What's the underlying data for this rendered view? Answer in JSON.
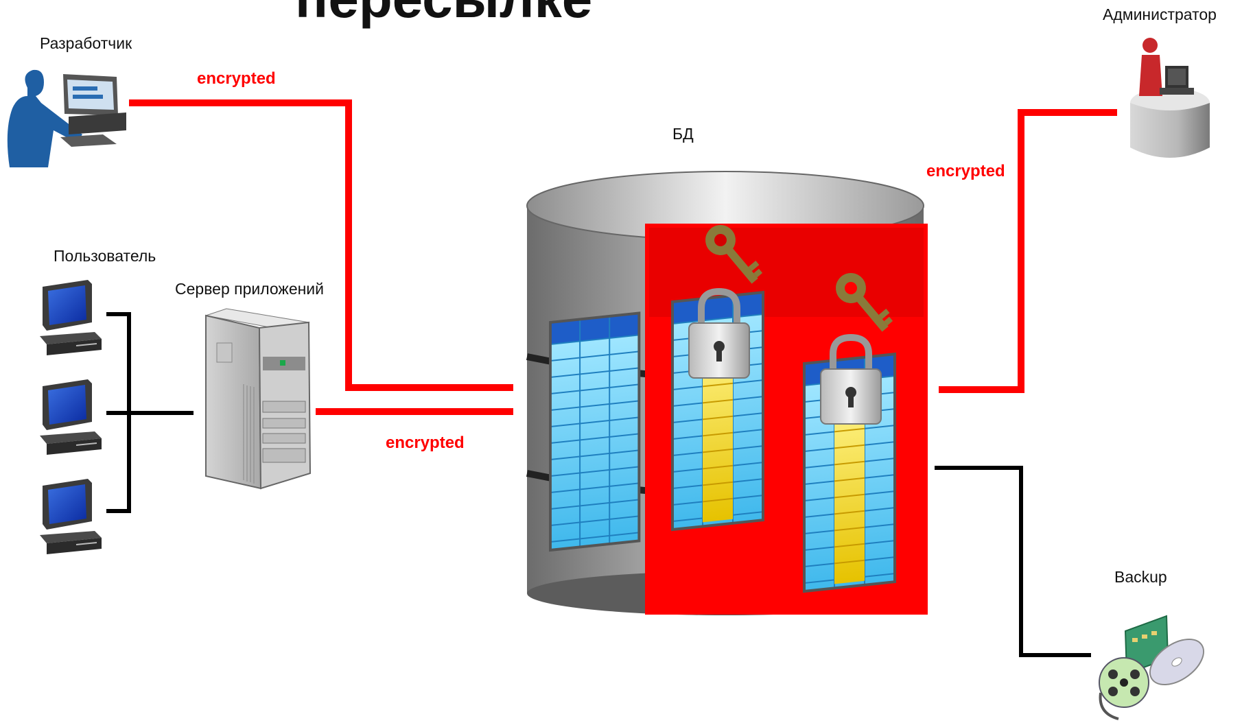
{
  "title_partial": "пересылке",
  "actors": {
    "developer": "Разработчик",
    "user": "Пользователь",
    "app_server": "Сервер приложений",
    "administrator": "Администратор",
    "database": "БД",
    "backup": "Backup"
  },
  "links": {
    "developer_link": "encrypted",
    "app_server_link": "encrypted",
    "administrator_link": "encrypted"
  },
  "colors": {
    "encrypted_line": "#ff0000",
    "plain_line": "#000000",
    "encrypted_zone": "#ff0000"
  },
  "icons": [
    "developer-workstation-icon",
    "user-computer-icon",
    "application-server-icon",
    "database-cylinder-icon",
    "data-table-icon",
    "key-icon",
    "padlock-icon",
    "administrator-console-icon",
    "backup-media-icon"
  ]
}
